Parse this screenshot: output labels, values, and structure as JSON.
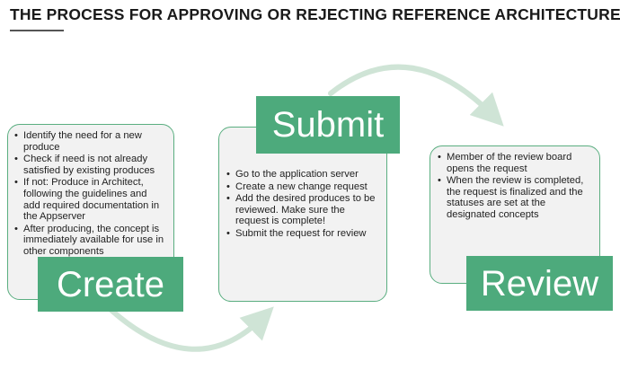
{
  "title": "THE PROCESS FOR APPROVING OR REJECTING REFERENCE ARCHITECTURE",
  "colors": {
    "accent": "#4daa7c",
    "card_border": "#5aae80",
    "card_bg": "#f2f2f2",
    "arrow": "#cfe4d6"
  },
  "steps": [
    {
      "label": "Create",
      "bullets": [
        "Identify the need for a new produce",
        "Check if  need is not already satisfied by existing produces",
        "If not: Produce in Architect, following the guidelines and add required documentation in the Appserver",
        "After producing, the concept is immediately available for use in other components"
      ]
    },
    {
      "label": "Submit",
      "bullets": [
        "Go to the application server",
        "Create a new change request",
        "Add the desired produces to be reviewed. Make sure the request is complete!",
        "Submit the request for review"
      ]
    },
    {
      "label": "Review",
      "bullets": [
        "Member of the review board opens the request",
        "When the review is completed, the request is finalized and the statuses are set at the designated concepts"
      ]
    }
  ]
}
